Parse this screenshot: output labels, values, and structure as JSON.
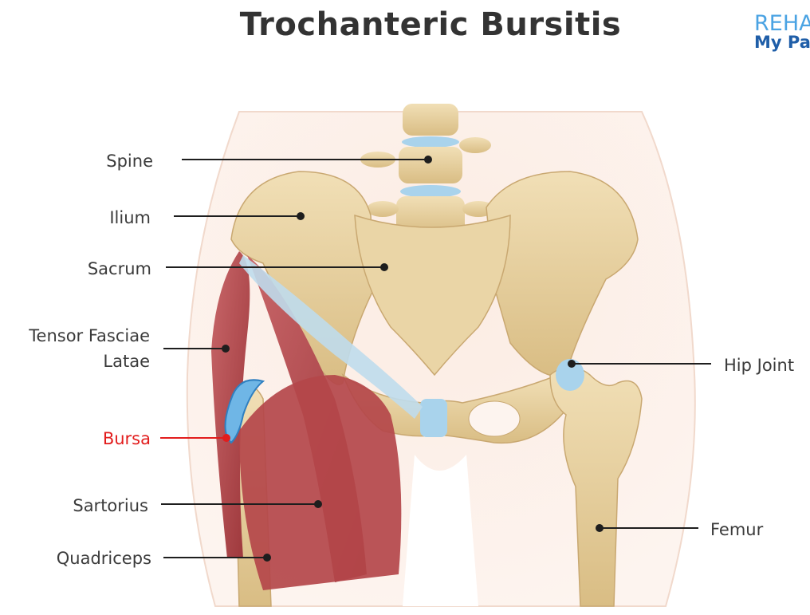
{
  "title": "Trochanteric Bursitis",
  "logo": {
    "top": "REHA",
    "bottom": "My Pa"
  },
  "labels": {
    "spine": "Spine",
    "ilium": "Ilium",
    "sacrum": "Sacrum",
    "tensor_line1": "Tensor Fasciae",
    "tensor_line2": "Latae",
    "bursa": "Bursa",
    "sartorius": "Sartorius",
    "quadriceps": "Quadriceps",
    "hip_joint": "Hip Joint",
    "femur": "Femur"
  },
  "colors": {
    "bone": "#e8d2a2",
    "muscle": "#b8494d",
    "cartilage": "#a9d3ec",
    "bursa_label": "#e21d1d",
    "skin": "#fbe8de"
  }
}
